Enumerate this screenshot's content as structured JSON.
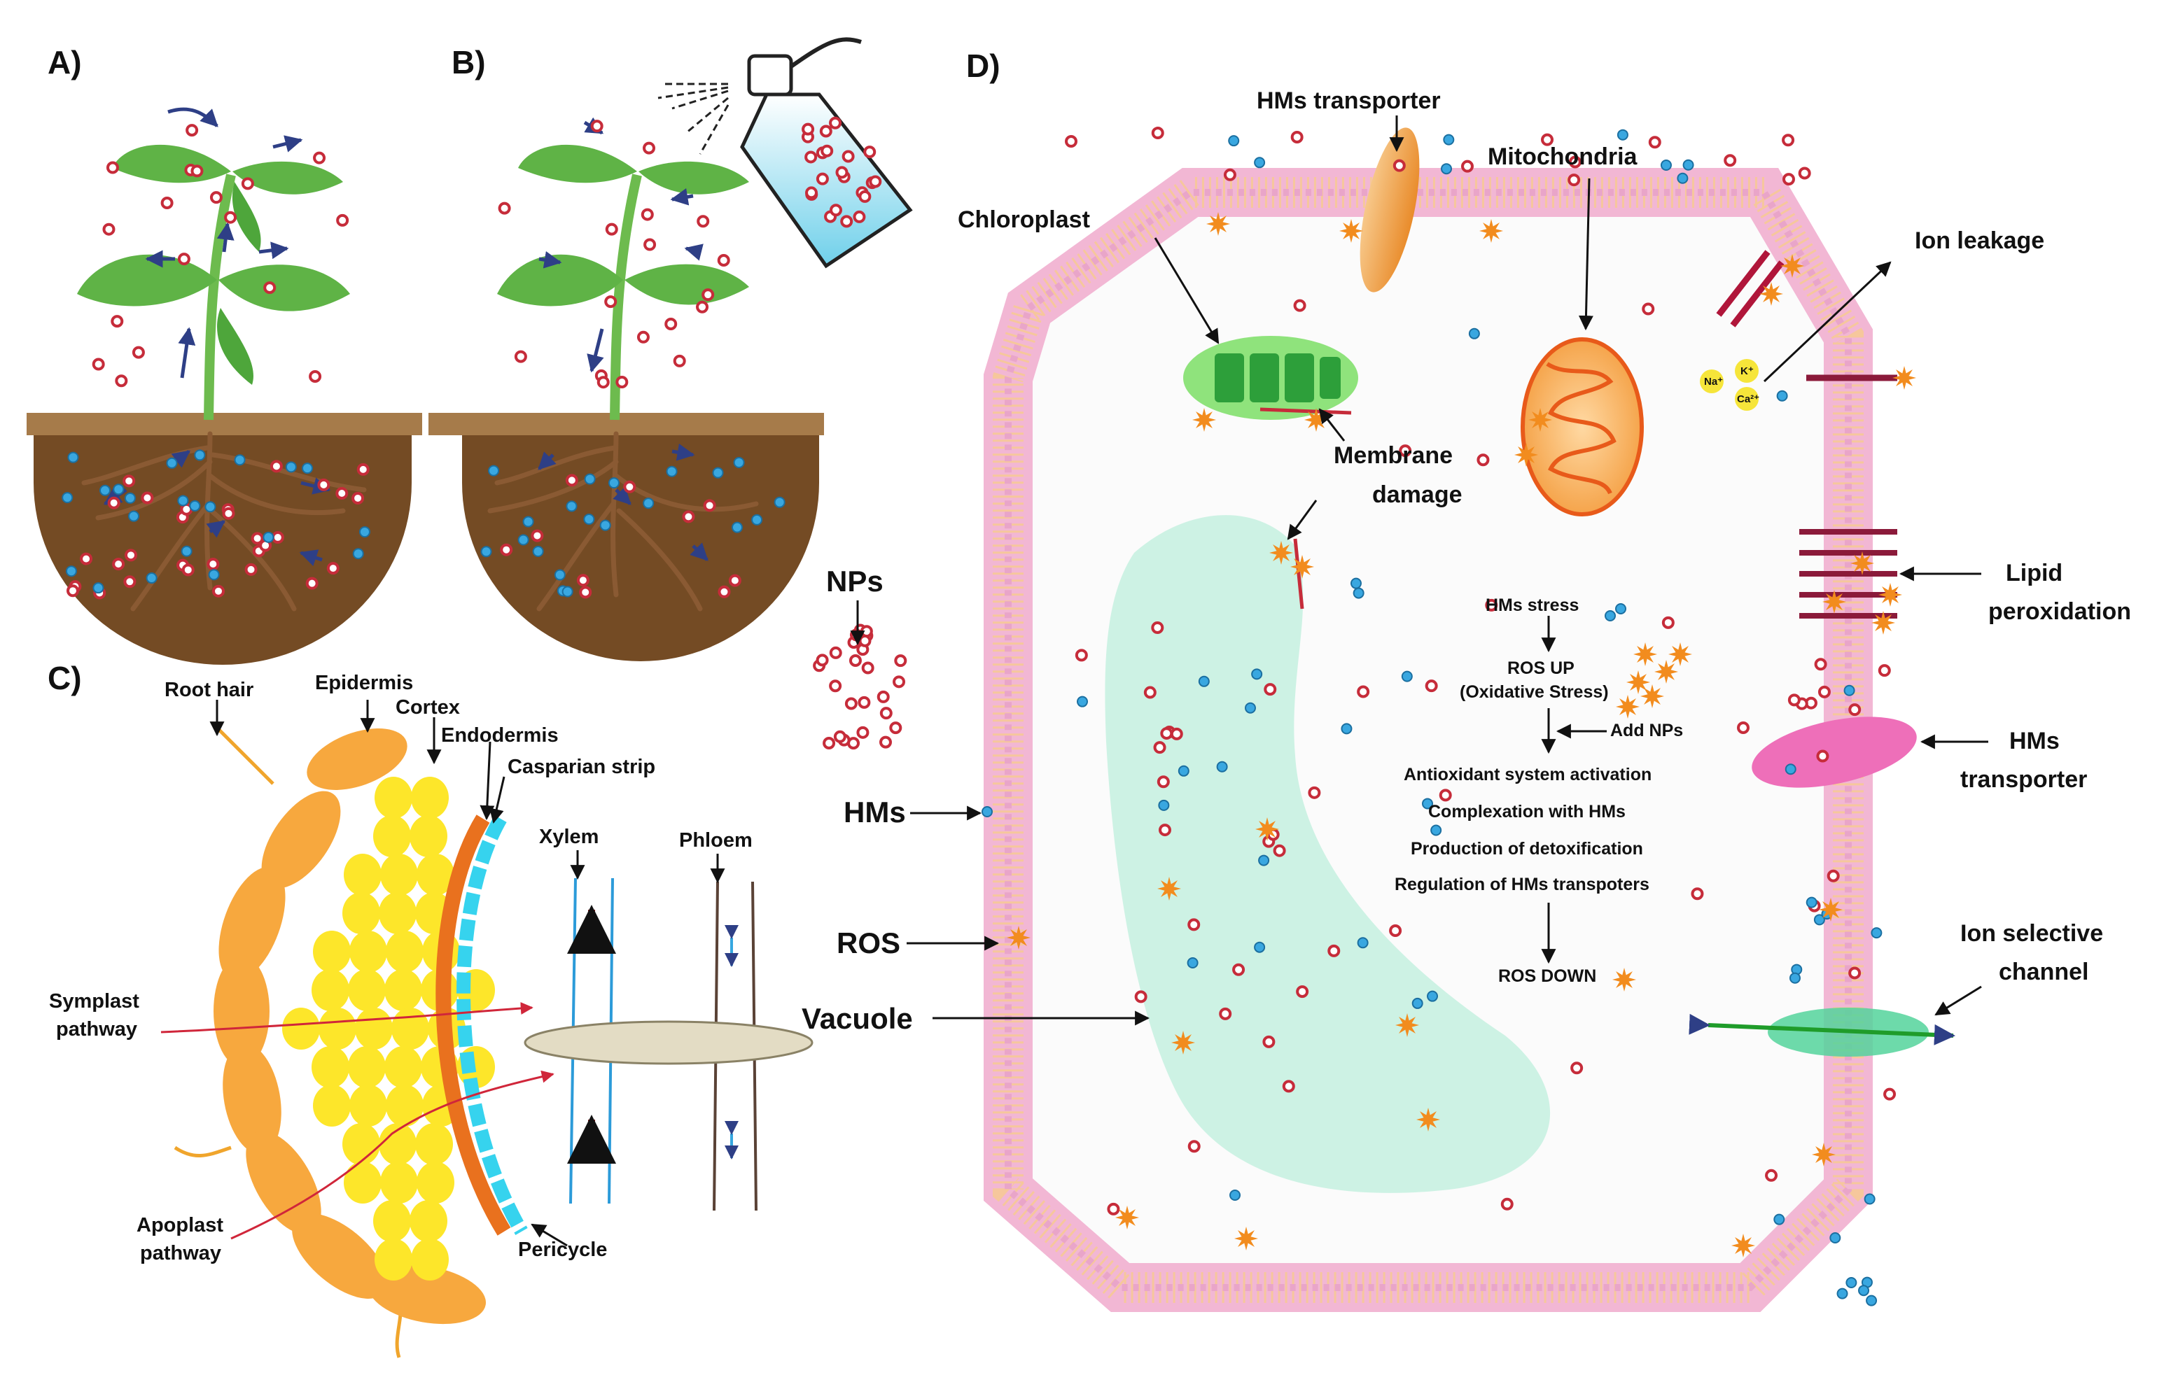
{
  "panels": {
    "a": "A)",
    "b": "B)",
    "c": "C)",
    "d": "D)"
  },
  "root_section": {
    "root_hair": "Root hair",
    "epidermis": "Epidermis",
    "cortex": "Cortex",
    "endodermis": "Endodermis",
    "casparian_strip": "Casparian strip",
    "xylem": "Xylem",
    "phloem": "Phloem",
    "symplast_line1": "Symplast",
    "symplast_line2": "pathway",
    "apoplast_line1": "Apoplast",
    "apoplast_line2": "pathway",
    "pericycle": "Pericycle"
  },
  "legend": {
    "nps": "NPs",
    "hms": "HMs",
    "ros": "ROS",
    "vacuole": "Vacuole"
  },
  "cell": {
    "hms_transporter_top": "HMs transporter",
    "mitochondria": "Mitochondria",
    "chloroplast": "Chloroplast",
    "ion_leakage": "Ion leakage",
    "membrane_damage_line1": "Membrane",
    "membrane_damage_line2": "damage",
    "lipid_line1": "Lipid",
    "lipid_line2": "peroxidation",
    "hms_transporter_right_line1": "HMs",
    "hms_transporter_right_line2": "transporter",
    "ion_channel_line1": "Ion selective",
    "ion_channel_line2": "channel",
    "ions": {
      "na": "Na⁺",
      "k": "K⁺",
      "ca": "Ca²⁺"
    }
  },
  "flow": {
    "hms_stress": "HMs stress",
    "ros_up": "ROS UP",
    "oxidative": "(Oxidative Stress)",
    "add_nps": "Add NPs",
    "step1": "Antioxidant system activation",
    "step2": "Complexation with HMs",
    "step3": "Production of detoxification",
    "step4": "Regulation of HMs transpoters",
    "ros_down": "ROS DOWN"
  },
  "colors": {
    "np": "#c62c3a",
    "hm": "#39a7e0",
    "ros": "#f28c1e",
    "soil": "#744b24",
    "rim": "#a67b4a",
    "leaf": "#5fb346",
    "vacuole": "#cdf2e4",
    "membrane_head": "#f2b7d4",
    "membrane_tail": "#f6c79c"
  }
}
